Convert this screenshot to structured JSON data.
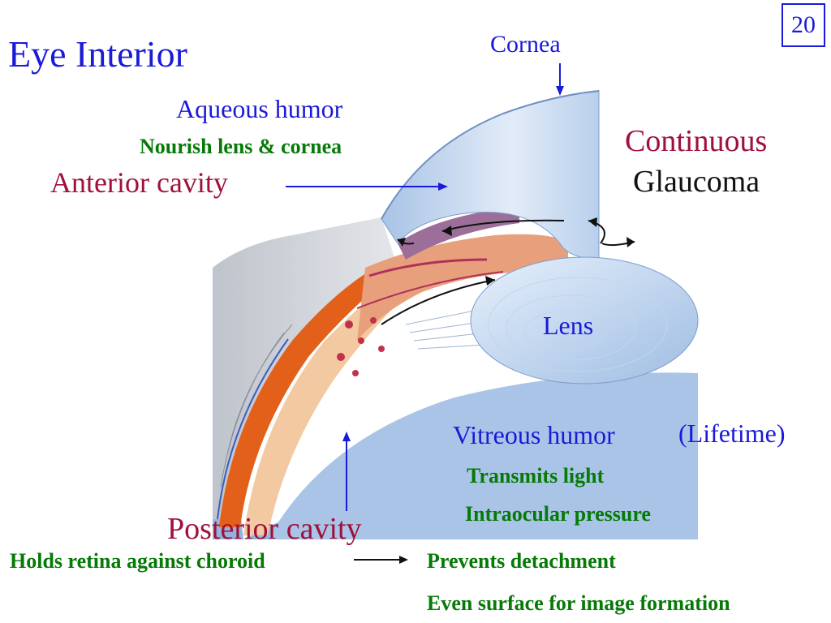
{
  "slide": {
    "title": "Eye Interior",
    "page_number": "20"
  },
  "labels": {
    "cornea": "Cornea",
    "aqueous_humor": "Aqueous humor",
    "nourish": "Nourish lens & cornea",
    "anterior_cavity": "Anterior cavity",
    "continuous": "Continuous",
    "glaucoma": "Glaucoma",
    "lens": "Lens",
    "vitreous_humor": "Vitreous humor",
    "lifetime": "(Lifetime)",
    "transmits_light": "Transmits light",
    "intraocular_pressure": "Intraocular pressure",
    "posterior_cavity": "Posterior cavity",
    "holds_retina": "Holds retina against choroid",
    "prevents_detachment": "Prevents detachment",
    "even_surface": "Even surface for image formation"
  },
  "colors": {
    "title_blue": "#1a1ad8",
    "maroon": "#a0103a",
    "green": "#067a06"
  }
}
